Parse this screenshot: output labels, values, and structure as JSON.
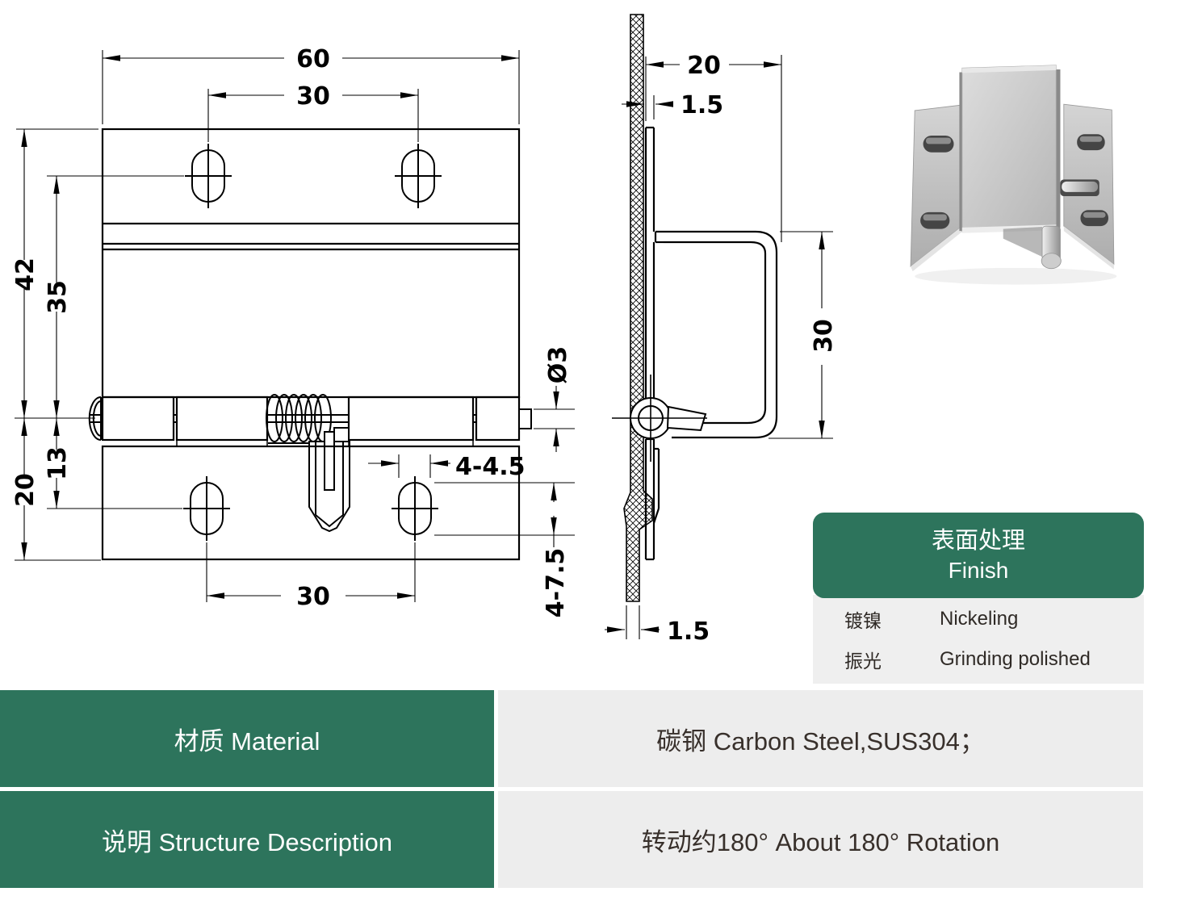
{
  "colors": {
    "accent_green": "#2d745c",
    "cell_gray": "#ededed",
    "drawing_line": "#000000",
    "table_text": "#38302b"
  },
  "drawing": {
    "front_view": {
      "dim_overall_width": "60",
      "dim_top_hole_spacing": "30",
      "dim_overall_height": "42",
      "dim_top_hole_to_pin": "35",
      "dim_pin_to_bottom_hole": "13",
      "dim_pin_to_bottom_edge": "20",
      "dim_bottom_hole_spacing": "30",
      "dim_pin_diameter": "Ø3",
      "dim_slot_width": "4-4.5",
      "dim_slot_length": "4-7.5"
    },
    "side_view": {
      "dim_leaf_depth": "20",
      "dim_plate_thickness": "1.5",
      "dim_leg_length": "30",
      "dim_panel_thickness": "1.5"
    }
  },
  "finish_table": {
    "title_cn": "表面处理",
    "title_en": "Finish",
    "rows": [
      {
        "cn": "镀镍",
        "en": "Nickeling"
      },
      {
        "cn": "振光",
        "en": "Grinding polished"
      }
    ]
  },
  "spec_table": {
    "rows": [
      {
        "label": "材质 Material",
        "value": "碳钢  Carbon Steel,SUS304；"
      },
      {
        "label": "说明 Structure Description",
        "value": "转动约180°  About 180° Rotation"
      }
    ]
  }
}
